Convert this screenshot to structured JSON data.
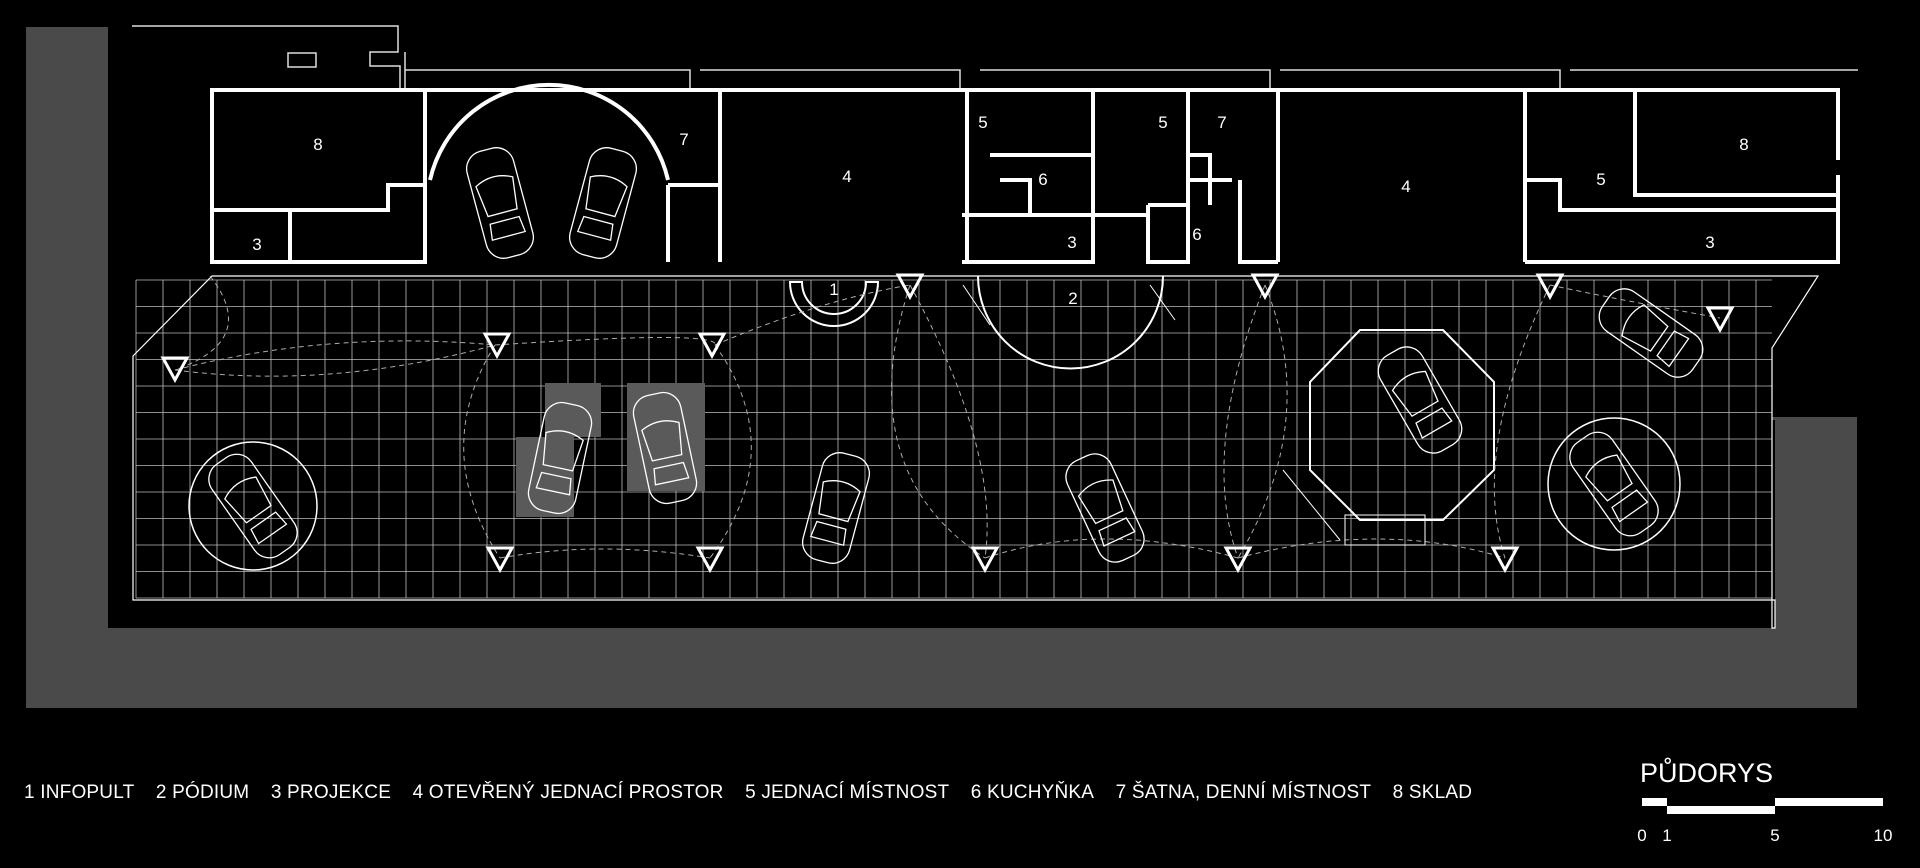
{
  "room_labels": {
    "store_left": "8",
    "projection_left": "3",
    "cloak_left": "7",
    "open_left": "4",
    "meeting_a": "5",
    "kitchen_a": "6",
    "projection_mid": "3",
    "meeting_b": "5",
    "cloak_right": "7",
    "kitchen_b": "6",
    "open_right": "4",
    "meeting_c": "5",
    "store_right": "8",
    "projection_right": "3",
    "infopult": "1",
    "podium": "2"
  },
  "legend": [
    "1  INFOPULT",
    "2  PÓDIUM",
    "3  PROJEKCE",
    "4  OTEVŘENÝ JEDNACÍ PROSTOR",
    "5  JEDNACÍ MÍSTNOST",
    "6  KUCHYŇKA",
    "7  ŠATNA, DENNÍ MÍSTNOST",
    "8  SKLAD"
  ],
  "title": "PŮDORYS",
  "scale": {
    "labels": [
      "0",
      "1",
      "5",
      "10"
    ],
    "stops": [
      0,
      1,
      5,
      10
    ]
  },
  "colors": {
    "background": "#000000",
    "surround": "#4a4a4a",
    "lines": "#ffffff"
  }
}
